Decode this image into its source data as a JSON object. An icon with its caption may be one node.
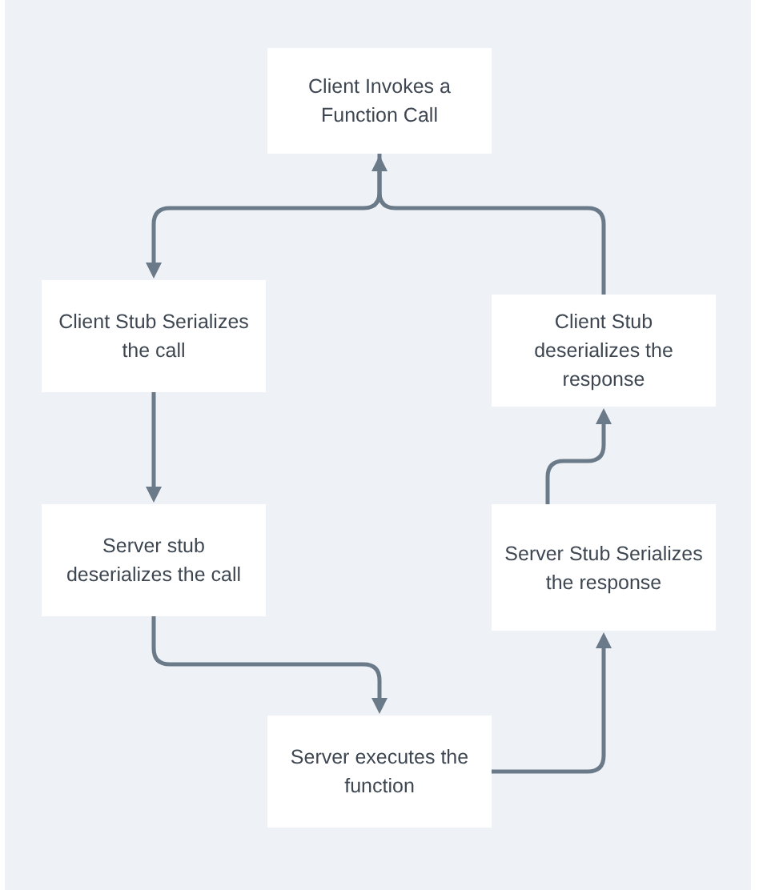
{
  "diagram": {
    "nodes": [
      {
        "text": [
          "Client Invokes a Function Call"
        ]
      },
      {
        "text": [
          "Client Stub Serializes the call"
        ]
      },
      {
        "text": [
          "Client Stub deserializes the response"
        ]
      },
      {
        "text": [
          "Server stub deserializes the call"
        ]
      },
      {
        "text": [
          "Server Stub Serializes the response"
        ]
      },
      {
        "text": [
          "Server executes the function"
        ]
      }
    ],
    "edges": [
      {
        "from": 0,
        "to": 1,
        "arrow": "to"
      },
      {
        "from": 2,
        "to": 0,
        "arrow": "to"
      },
      {
        "from": 1,
        "to": 3,
        "arrow": "to"
      },
      {
        "from": 3,
        "to": 5,
        "arrow": "to"
      },
      {
        "from": 5,
        "to": 4,
        "arrow": "to"
      },
      {
        "from": 4,
        "to": 2,
        "arrow": "to"
      }
    ]
  }
}
